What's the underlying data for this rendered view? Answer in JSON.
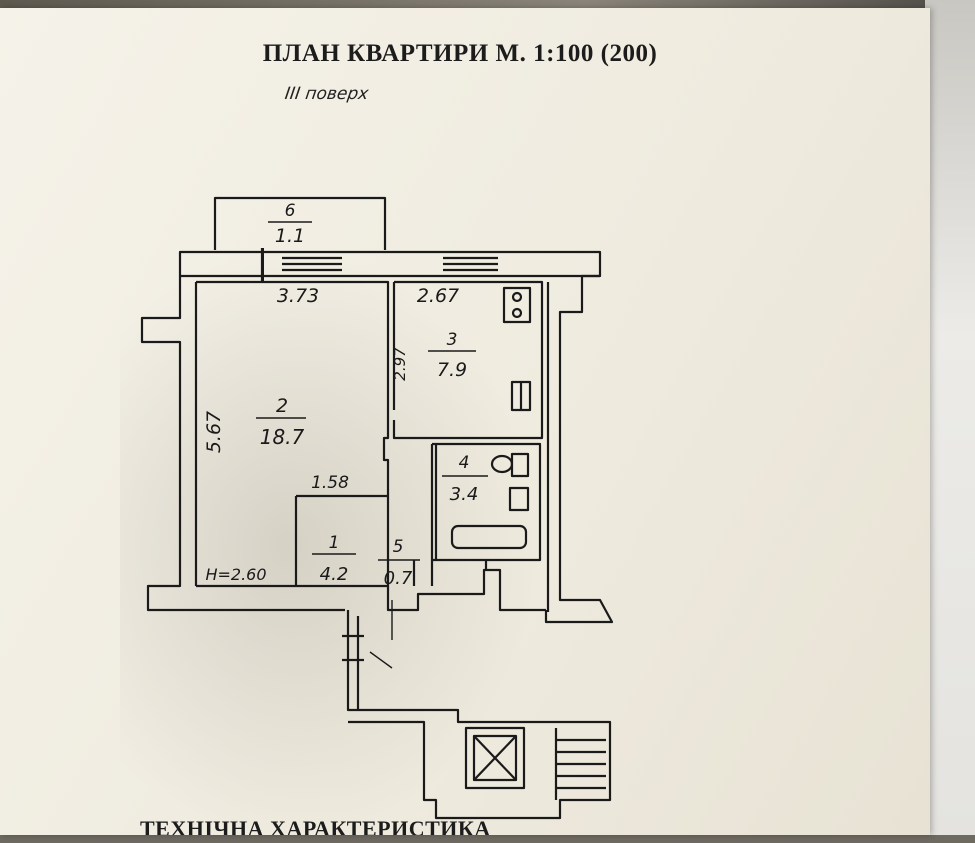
{
  "document": {
    "title": "ПЛАН КВАРТИРИ М. 1:100 (200)",
    "floor_note": "III поверх",
    "footer_text": "ТЕХНІЧНА ХАРАКТЕРИСТИКА"
  },
  "plan": {
    "rooms": [
      {
        "number": "6",
        "area": "1.1"
      },
      {
        "number": "2",
        "area": "18.7"
      },
      {
        "number": "3",
        "area": "7.9"
      },
      {
        "number": "4",
        "area": "3.4"
      },
      {
        "number": "1",
        "area": "4.2"
      },
      {
        "number": "5",
        "area": "0.7"
      }
    ],
    "dimensions": {
      "room2_width": "3.73",
      "room3_width": "2.67",
      "room3_depth": "2.97",
      "room2_depth": "5.67",
      "hall_width": "1.58",
      "ceiling_height": "H=2.60"
    }
  },
  "colors": {
    "ink": "#1a1a1a",
    "paper": "#f1eee4"
  }
}
